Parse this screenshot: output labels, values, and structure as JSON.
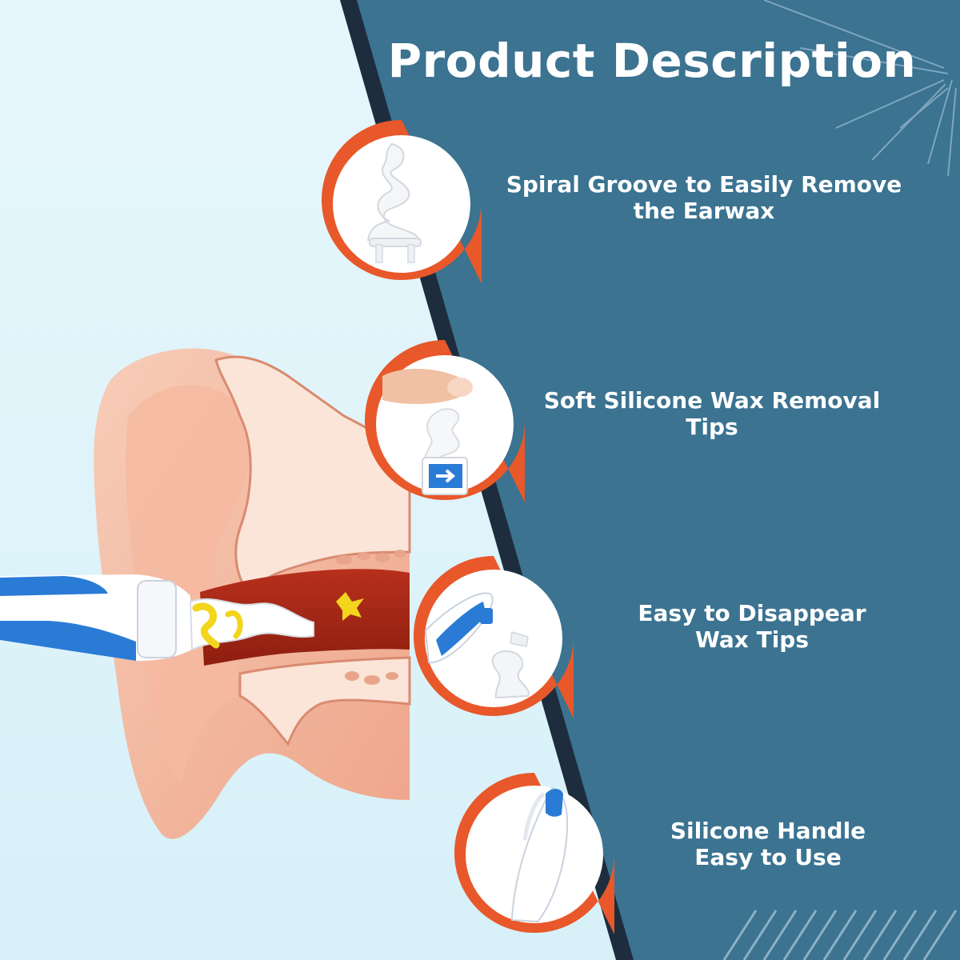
{
  "title": "Product Description",
  "colors": {
    "panel": "#3b7391",
    "panel_edge": "#1e2d3d",
    "left_bg": "#e3f5fb",
    "accent": "#e8582a",
    "wax": "#f2d51c",
    "blue": "#2a7bd6"
  },
  "features": [
    {
      "line1": "Spiral Groove to Easily Remove",
      "line2": "the Earwax",
      "icon": "spiral-tip-icon"
    },
    {
      "line1": "Soft Silicone Wax Removal",
      "line2": "Tips",
      "icon": "finger-tip-icon"
    },
    {
      "line1": "Easy to Disappear",
      "line2": "Wax Tips",
      "icon": "handle-tips-icon"
    },
    {
      "line1": "Silicone Handle",
      "line2": "Easy to Use",
      "icon": "handle-icon"
    }
  ]
}
